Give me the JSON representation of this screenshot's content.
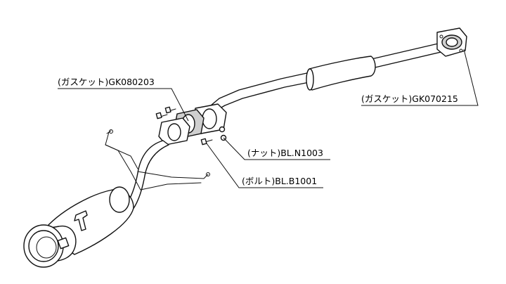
{
  "callouts": {
    "gasket_front": "(ガスケット)GK080203",
    "gasket_rear": "(ガスケット)GK070215",
    "nut": "(ナット)BL.N1003",
    "bolt": "(ボルト)BL.B1001"
  }
}
